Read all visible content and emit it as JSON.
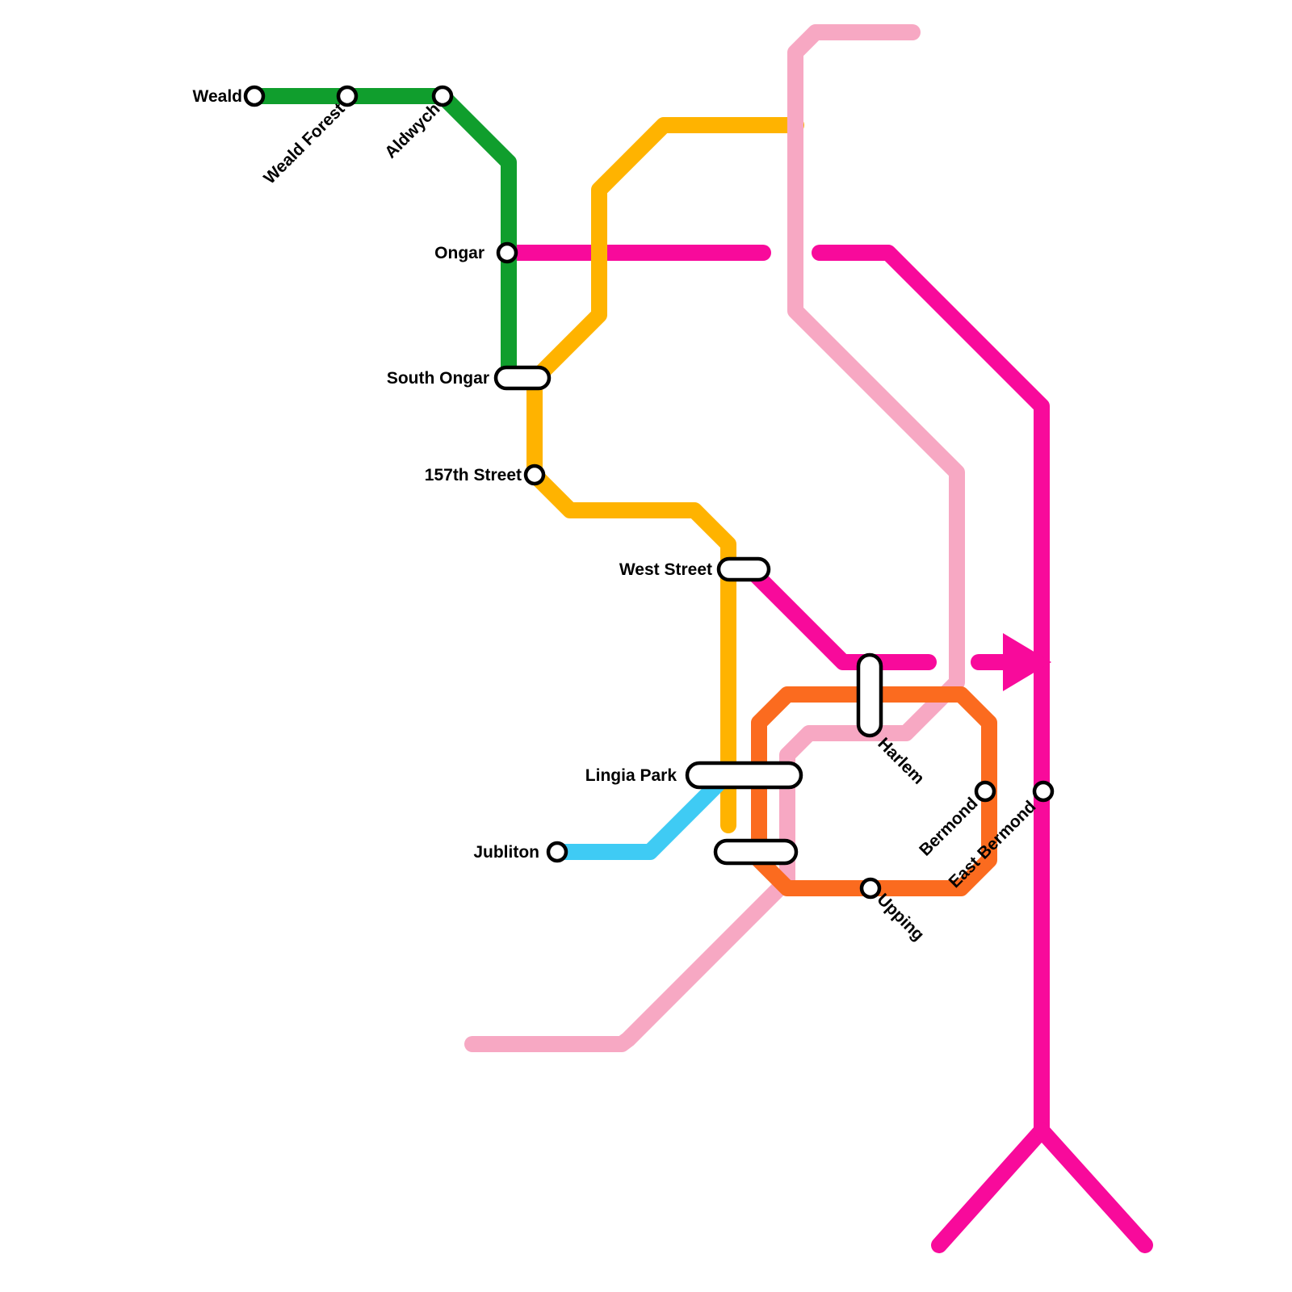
{
  "map": {
    "background_color": "#ffffff",
    "label_color": "#000000",
    "station_fill": "#ffffff",
    "station_stroke": "#000000"
  },
  "lines": {
    "green": {
      "color": "#109e2d"
    },
    "amber": {
      "color": "#ffb300"
    },
    "orange": {
      "color": "#fb6b1f"
    },
    "magenta": {
      "color": "#f80a9b"
    },
    "pink": {
      "color": "#f7a8c3"
    },
    "cyan": {
      "color": "#3fcbf4"
    }
  },
  "stations": {
    "weald": {
      "label": "Weald"
    },
    "weald_forest": {
      "label": "Weald Forest"
    },
    "aldwych": {
      "label": "Aldwych"
    },
    "ongar": {
      "label": "Ongar"
    },
    "south_ongar": {
      "label": "South Ongar"
    },
    "street_157th": {
      "label": "157th Street"
    },
    "west_street": {
      "label": "West Street"
    },
    "lingia_park": {
      "label": "Lingia Park"
    },
    "jubliton": {
      "label": "Jubliton"
    },
    "harlem": {
      "label": "Harlem"
    },
    "bermond": {
      "label": "Bermond"
    },
    "east_bermond": {
      "label": "East Bermond"
    },
    "upping": {
      "label": "Upping"
    }
  }
}
